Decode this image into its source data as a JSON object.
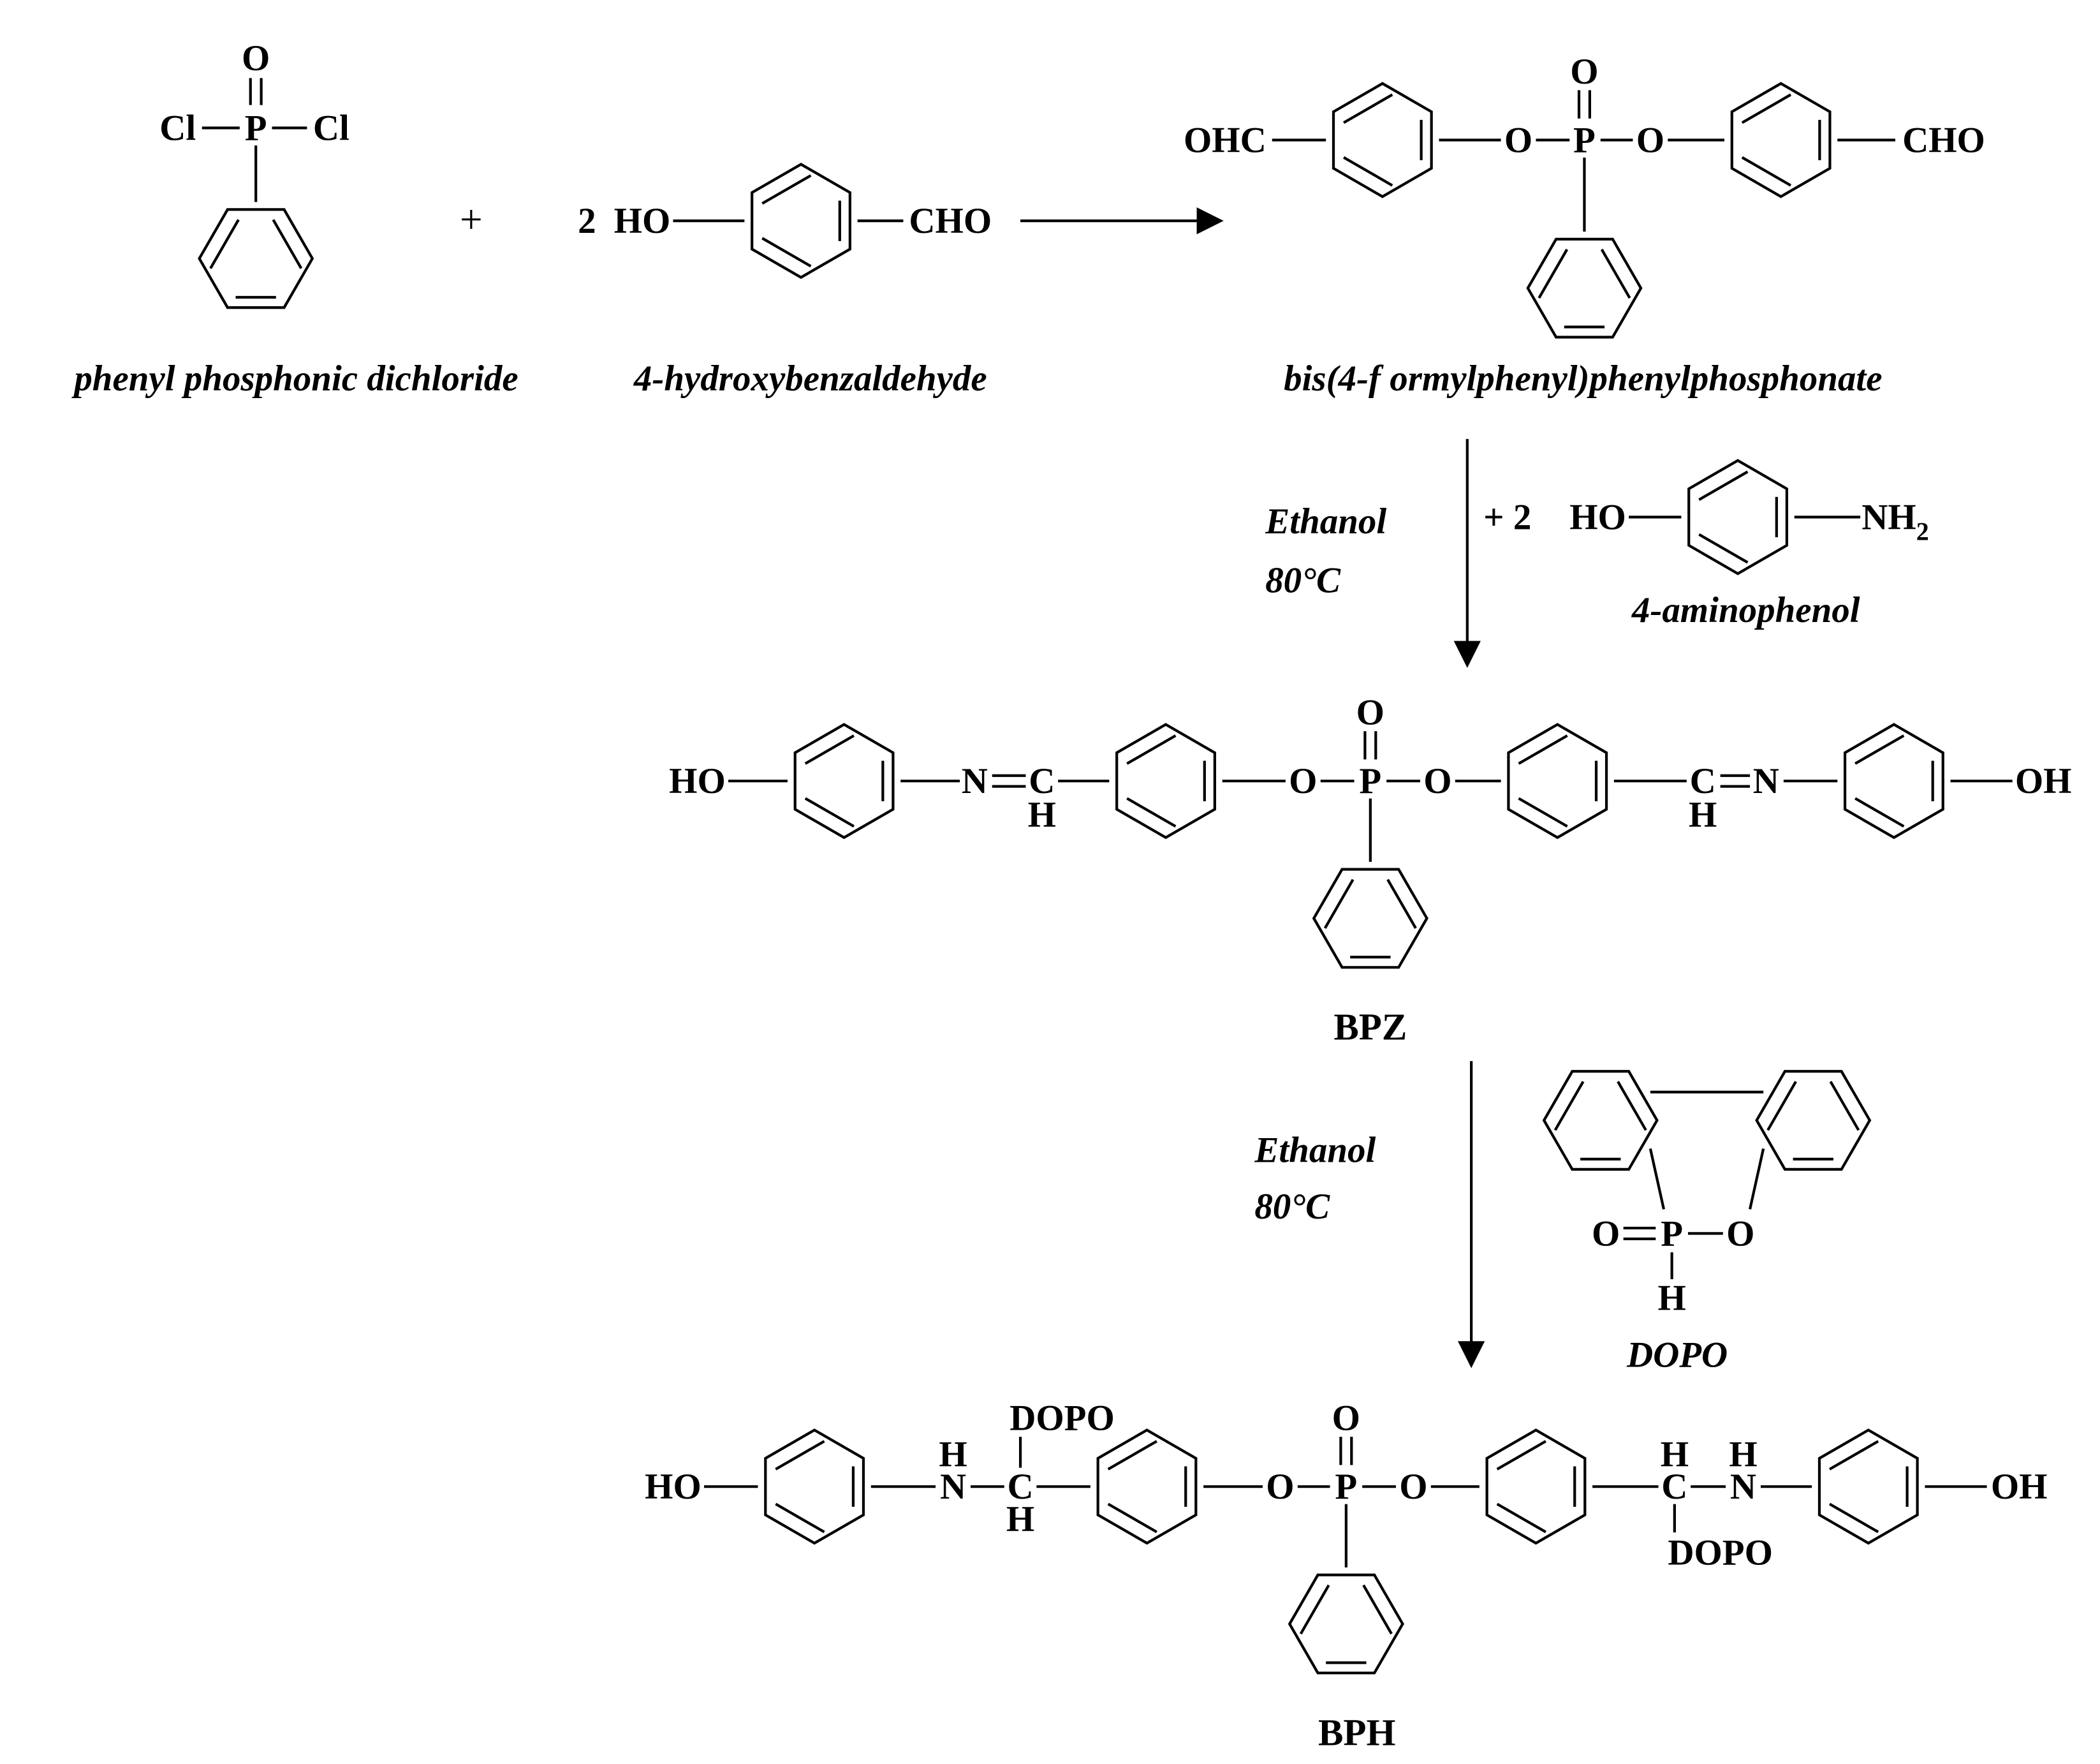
{
  "reactants": {
    "r1_name": "phenyl phosphonic dichloride",
    "r2_name": "4-hydroxybenzaldehyde",
    "plus": "+",
    "coef2": "2",
    "cl": "Cl",
    "p": "P",
    "o": "O",
    "ho": "HO",
    "cho": "CHO",
    "ohc": "OHC"
  },
  "product1": {
    "name": "bis(4-f ormylphenyl)phenylphosphonate"
  },
  "step1": {
    "solvent": "Ethanol",
    "temp": "80°C",
    "plus2": "+ 2",
    "reagent": "4-aminophenol",
    "nh": "NH",
    "sub2": "2",
    "ho": "HO"
  },
  "bpz": {
    "label": "BPZ",
    "ho": "HO",
    "oh": "OH",
    "n": "N",
    "c": "C",
    "h": "H",
    "o": "O",
    "p": "P",
    "eq": "="
  },
  "step2": {
    "solvent": "Ethanol",
    "temp": "80°C",
    "reagent": "DOPO",
    "o": "O",
    "p": "P",
    "h": "H",
    "eq": "="
  },
  "bph": {
    "label": "BPH",
    "ho": "HO",
    "oh": "OH",
    "n": "N",
    "c": "C",
    "h": "H",
    "o": "O",
    "p": "P",
    "dopo": "DOPO"
  }
}
